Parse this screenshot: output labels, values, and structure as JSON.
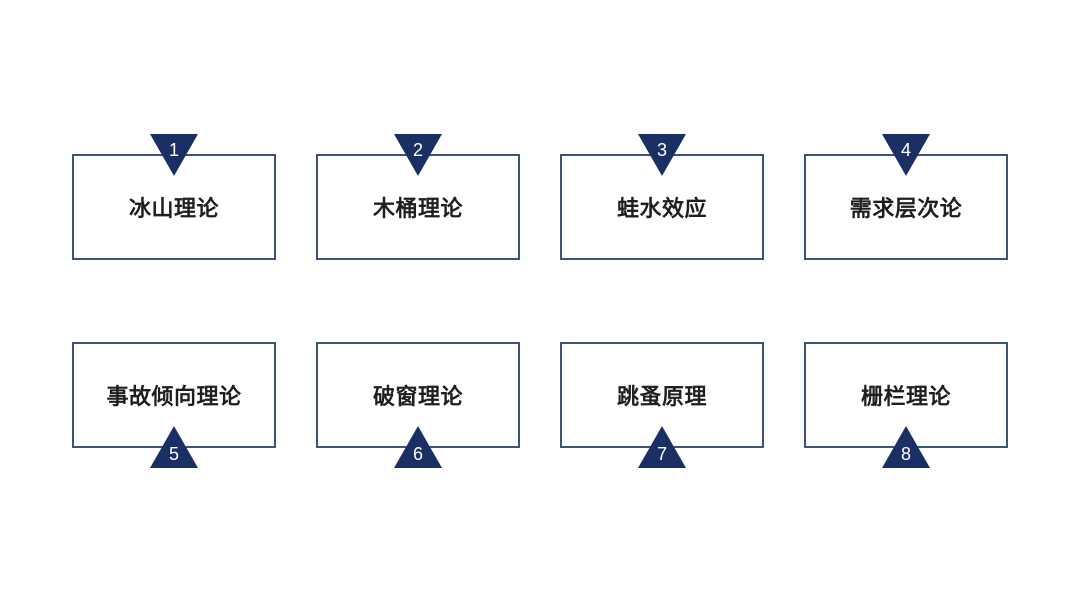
{
  "colors": {
    "box_border": "#3c5479",
    "triangle_fill": "#1a2f63",
    "text": "#1f1f1f"
  },
  "items": [
    {
      "number": "1",
      "label": "冰山理论"
    },
    {
      "number": "2",
      "label": "木桶理论"
    },
    {
      "number": "3",
      "label": "蛙水效应"
    },
    {
      "number": "4",
      "label": "需求层次论"
    },
    {
      "number": "5",
      "label": "事故倾向理论"
    },
    {
      "number": "6",
      "label": "破窗理论"
    },
    {
      "number": "7",
      "label": "跳蚤原理"
    },
    {
      "number": "8",
      "label": "栅栏理论"
    }
  ]
}
